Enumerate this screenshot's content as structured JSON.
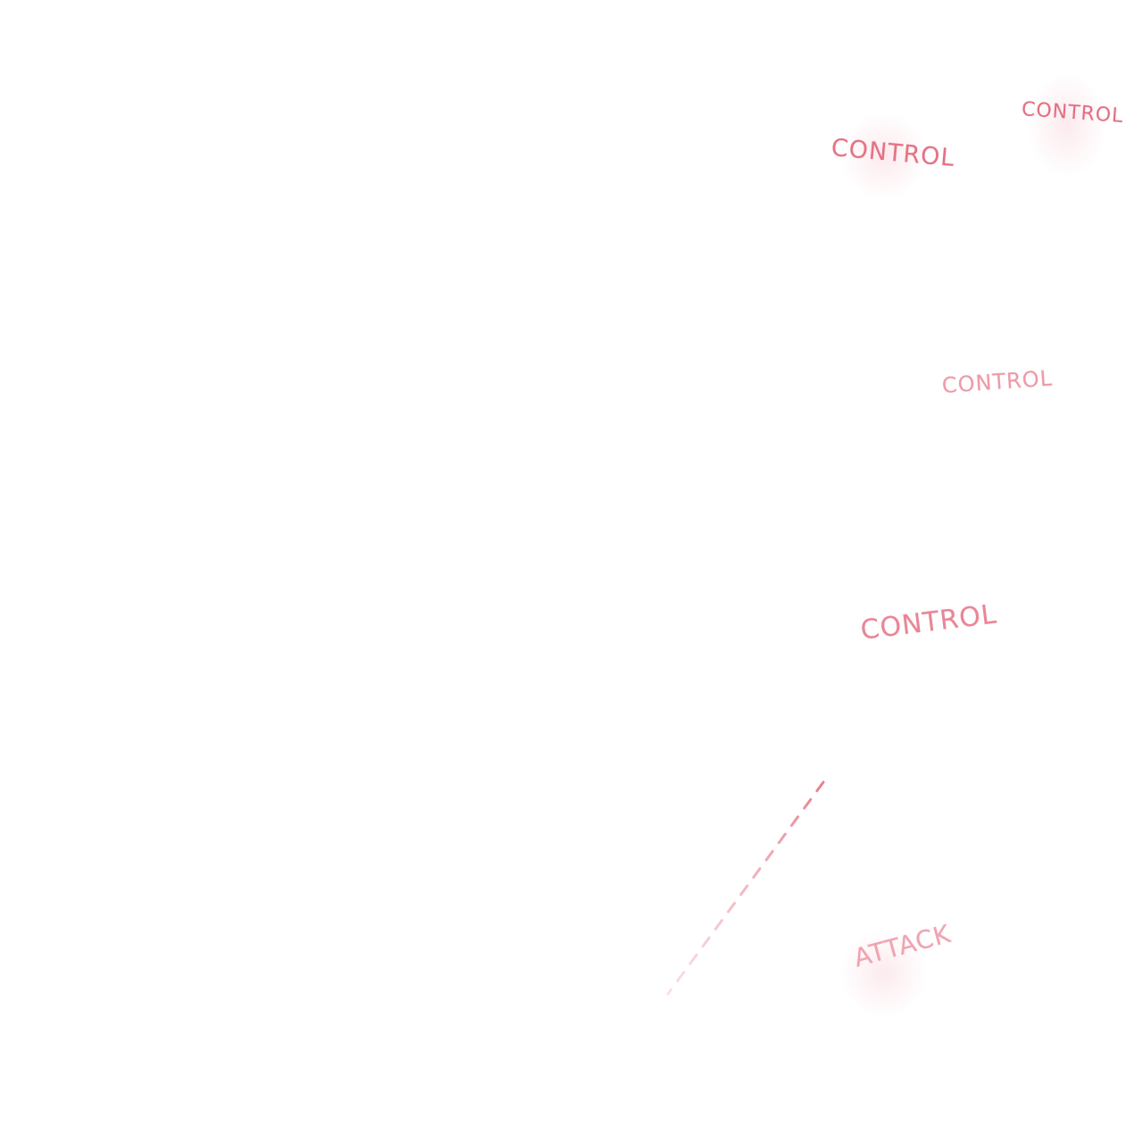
{
  "map_labels": [
    {
      "id": "label-1",
      "text": "CONTROL",
      "color": "#e27083"
    },
    {
      "id": "label-2",
      "text": "CONTROL",
      "color": "#e47385"
    },
    {
      "id": "label-3",
      "text": "CONTROL",
      "color": "#ef9aa8"
    },
    {
      "id": "label-4",
      "text": "CONTROL",
      "color": "#e98696"
    },
    {
      "id": "label-5",
      "text": "ATTACK",
      "color": "#f0a3b0"
    }
  ],
  "trail": {
    "icon": "dashed-path-line",
    "color": "#eb8c9c"
  }
}
